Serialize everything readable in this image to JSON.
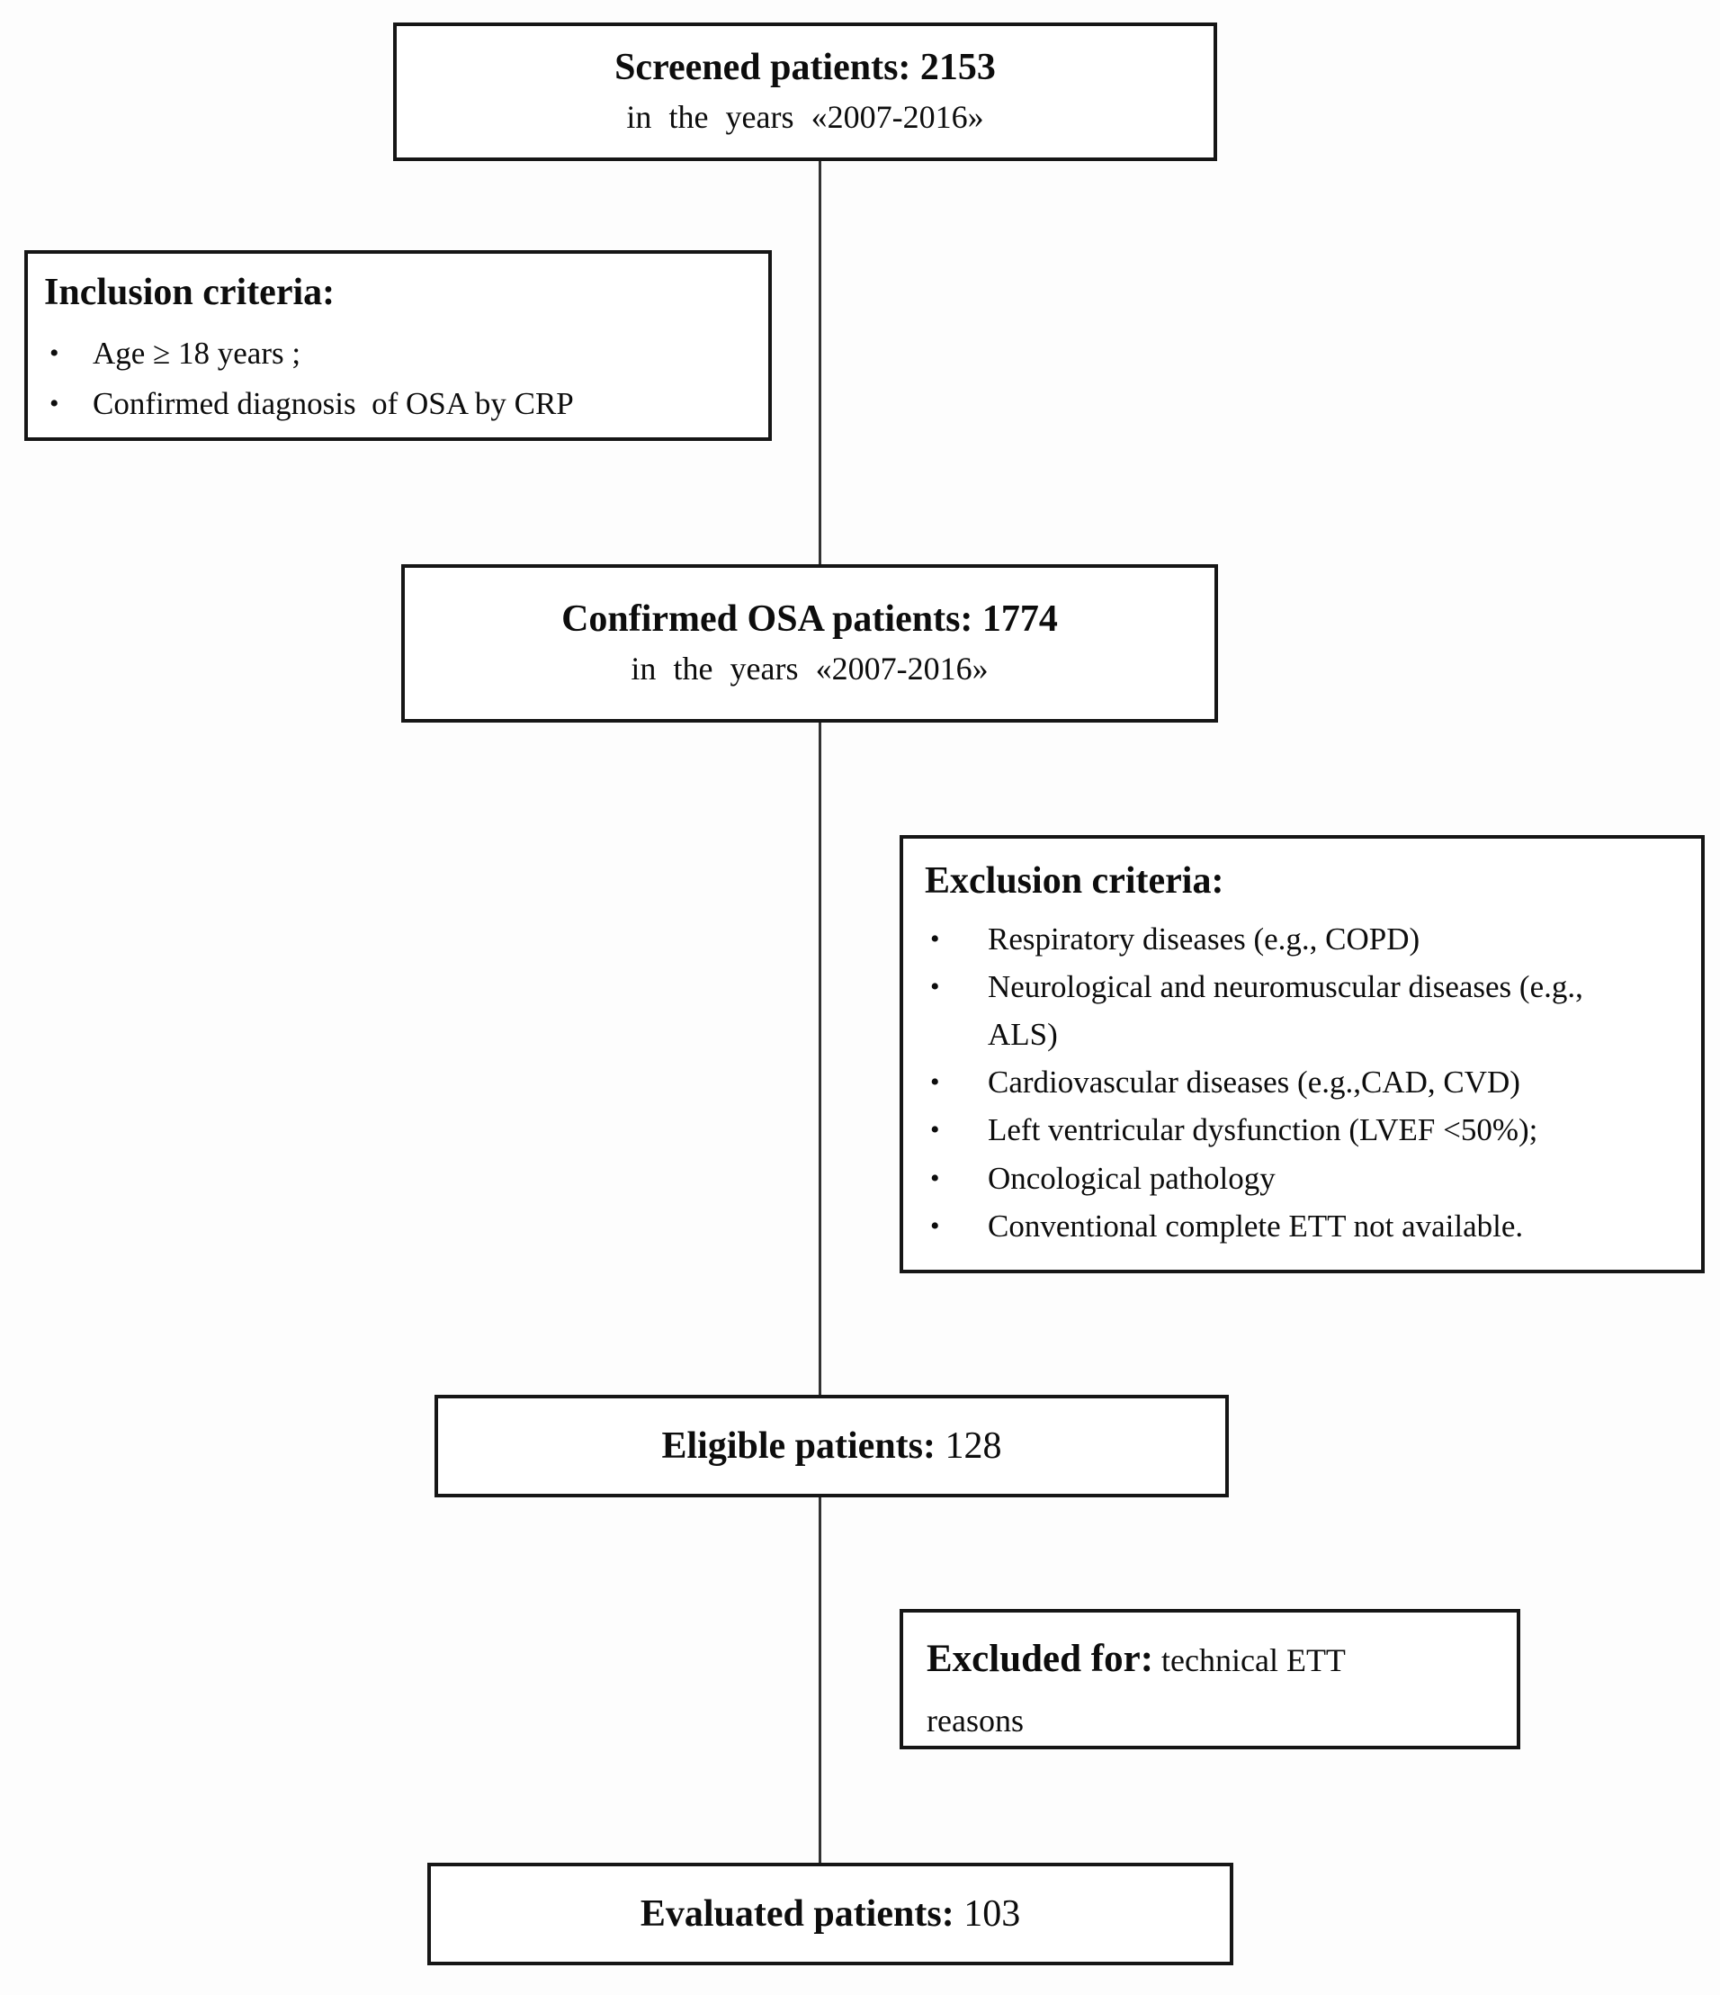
{
  "ui": {
    "bullet": "•"
  },
  "boxes": {
    "screened": {
      "title": "Screened patients: 2153",
      "subtitle": "in the years «2007-2016»"
    },
    "inclusion": {
      "title": "Inclusion criteria:",
      "items": [
        "Age ≥ 18 years ;",
        "Confirmed diagnosis  of OSA by CRP"
      ]
    },
    "confirmed": {
      "title": "Confirmed OSA patients: 1774",
      "subtitle": "in the years «2007-2016»"
    },
    "exclusion": {
      "title": "Exclusion criteria:",
      "items": [
        "Respiratory diseases (e.g., COPD)",
        "Neurological and neuromuscular diseases (e.g., ALS)",
        "Cardiovascular diseases (e.g.,CAD, CVD)",
        "Left ventricular dysfunction (LVEF <50%);",
        "Oncological pathology",
        "Conventional complete ETT not available."
      ]
    },
    "eligible": {
      "label": "Eligible patients",
      "separator": ": ",
      "count": "128"
    },
    "excluded": {
      "label": "Excluded for:",
      "reason": "technical ETT reasons"
    },
    "evaluated": {
      "label": "Evaluated patients",
      "separator": ": ",
      "count": "103"
    }
  }
}
